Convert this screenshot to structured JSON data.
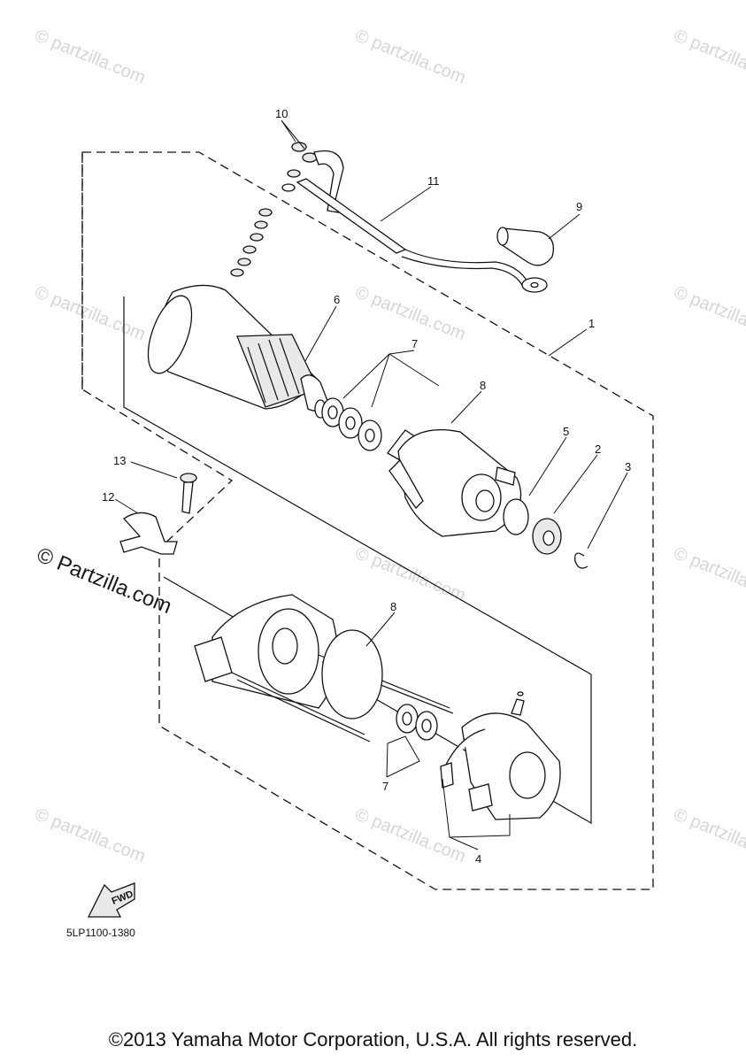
{
  "diagram": {
    "code": "5LP1100-1380",
    "fwd_label": "FWD",
    "callouts": {
      "c1": "1",
      "c2": "2",
      "c3": "3",
      "c4": "4",
      "c5": "5",
      "c6": "6",
      "c7a": "7",
      "c7b": "7",
      "c8a": "8",
      "c8b": "8",
      "c9": "9",
      "c10": "10",
      "c11": "11",
      "c12": "12",
      "c13": "13"
    }
  },
  "watermark": {
    "text": "© Partzilla.com",
    "small": "© partzilla.com"
  },
  "footer": {
    "copyright": "©2013 Yamaha Motor Corporation, U.S.A. All rights reserved."
  }
}
